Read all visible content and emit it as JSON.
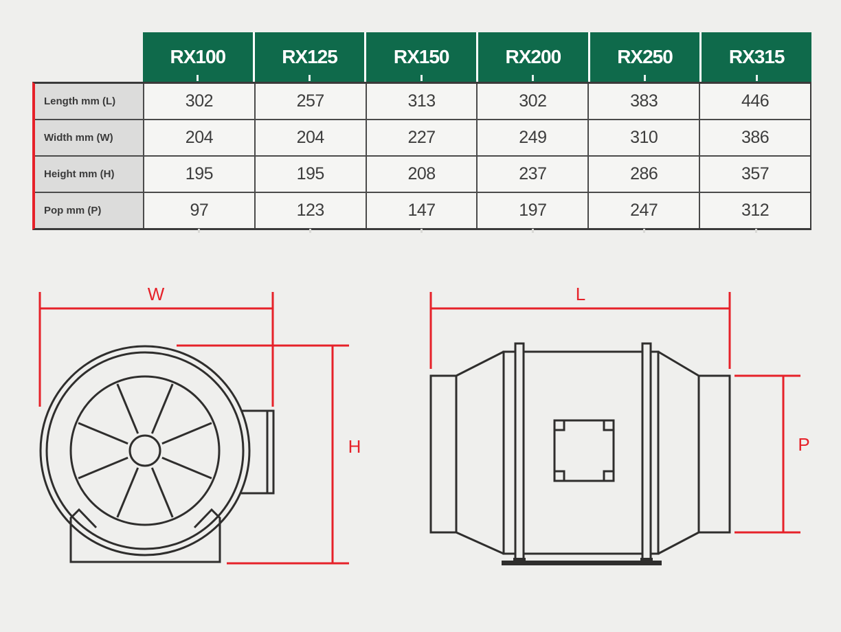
{
  "table": {
    "columns": [
      "RX100",
      "RX125",
      "RX150",
      "RX200",
      "RX250",
      "RX315"
    ],
    "rows": [
      {
        "label": "Length mm (L)",
        "values": [
          "302",
          "257",
          "313",
          "302",
          "383",
          "446"
        ]
      },
      {
        "label": "Width mm (W)",
        "values": [
          "204",
          "204",
          "227",
          "249",
          "310",
          "386"
        ]
      },
      {
        "label": "Height mm (H)",
        "values": [
          "195",
          "195",
          "208",
          "237",
          "286",
          "357"
        ]
      },
      {
        "label": "Pop mm (P)",
        "values": [
          "97",
          "123",
          "147",
          "197",
          "247",
          "312"
        ]
      }
    ]
  },
  "drawings": {
    "front_view": {
      "width_label": "W",
      "height_label": "H"
    },
    "side_view": {
      "length_label": "L",
      "pop_label": "P"
    }
  },
  "colors": {
    "header_green": "#0f6a4b",
    "dimension_red": "#e62129",
    "accent_red": "#e62129",
    "line_dark": "#2f2e2d"
  }
}
